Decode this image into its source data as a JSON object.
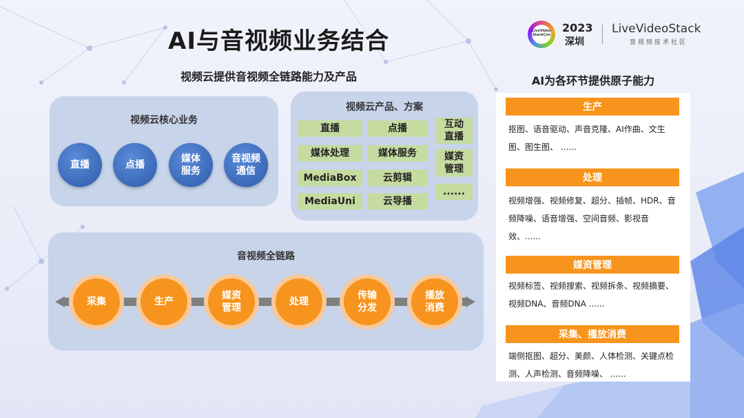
{
  "title": "AI与音视频业务结合",
  "logo": {
    "badge_text": "LiveVideo StackCon",
    "year": "2023",
    "city": "深圳",
    "brand": "LiveVideoStack",
    "subtitle": "音视频技术社区"
  },
  "left_heading": "视频云提供音视频全链路能力及产品",
  "right_heading": "AI为各环节提供原子能力",
  "core_business": {
    "title": "视频云核心业务",
    "items": [
      "直播",
      "点播",
      "媒体\n服务",
      "音视频\n通信"
    ]
  },
  "products": {
    "title": "视频云产品、方案",
    "items": [
      "直播",
      "点播",
      "媒体处理",
      "媒体服务",
      "MediaBox",
      "云剪辑",
      "MediaUni",
      "云导播"
    ],
    "side_items": [
      "互动\n直播",
      "媒资\n管理",
      "......"
    ]
  },
  "pipeline": {
    "title": "音视频全链路",
    "steps": [
      "采集",
      "生产",
      "媒资\n管理",
      "处理",
      "传输\n分发",
      "播放\n消费"
    ]
  },
  "capabilities": [
    {
      "title": "生产",
      "text": "抠图、语音驱动、声音克隆、AI作曲、文生图、图生图、 ......"
    },
    {
      "title": "处理",
      "text": "视频增强、视频修复、超分、插帧、HDR、音频降噪、语音增强、空间音频、影视音效、......"
    },
    {
      "title": "媒资管理",
      "text": "视频标签、视频搜索、视频拆条、视频摘要、视频DNA、音频DNA ......"
    },
    {
      "title": "采集、播放消费",
      "text": "端侧抠图、超分、美颜、人体检测、关键点检测、人声检测、音频降噪、 ......"
    }
  ]
}
